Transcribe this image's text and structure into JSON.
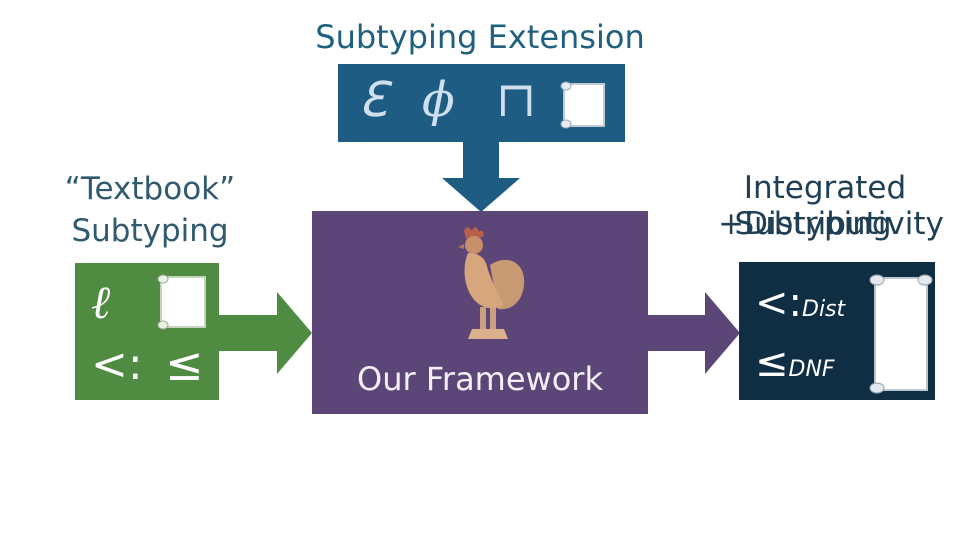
{
  "labels": {
    "subtyping_extension": "Subtyping Extension",
    "textbook_line1": "“Textbook”",
    "textbook_line2": "Subtyping",
    "integrated_line1": "Integrated",
    "integrated_line2a": "+Distributivity",
    "integrated_line2b": "Subtyping",
    "framework": "Our Framework"
  },
  "extension_symbols": [
    "ℇ",
    "ϕ",
    "⊓"
  ],
  "textbook_symbols": {
    "ell": "ℓ",
    "sub": "<:",
    "le": "≤"
  },
  "integrated_symbols": {
    "sub": "<:",
    "sub_index": "Dist",
    "le": "≤",
    "le_index": "DNF"
  },
  "colors": {
    "extension_box": "#1f5c84",
    "textbook_box": "#4f8b40",
    "framework_box": "#5c4678",
    "integrated_box": "#0f2e44"
  },
  "icons": [
    "scroll-icon",
    "rooster-icon",
    "arrow-down-icon",
    "arrow-right-icon"
  ]
}
